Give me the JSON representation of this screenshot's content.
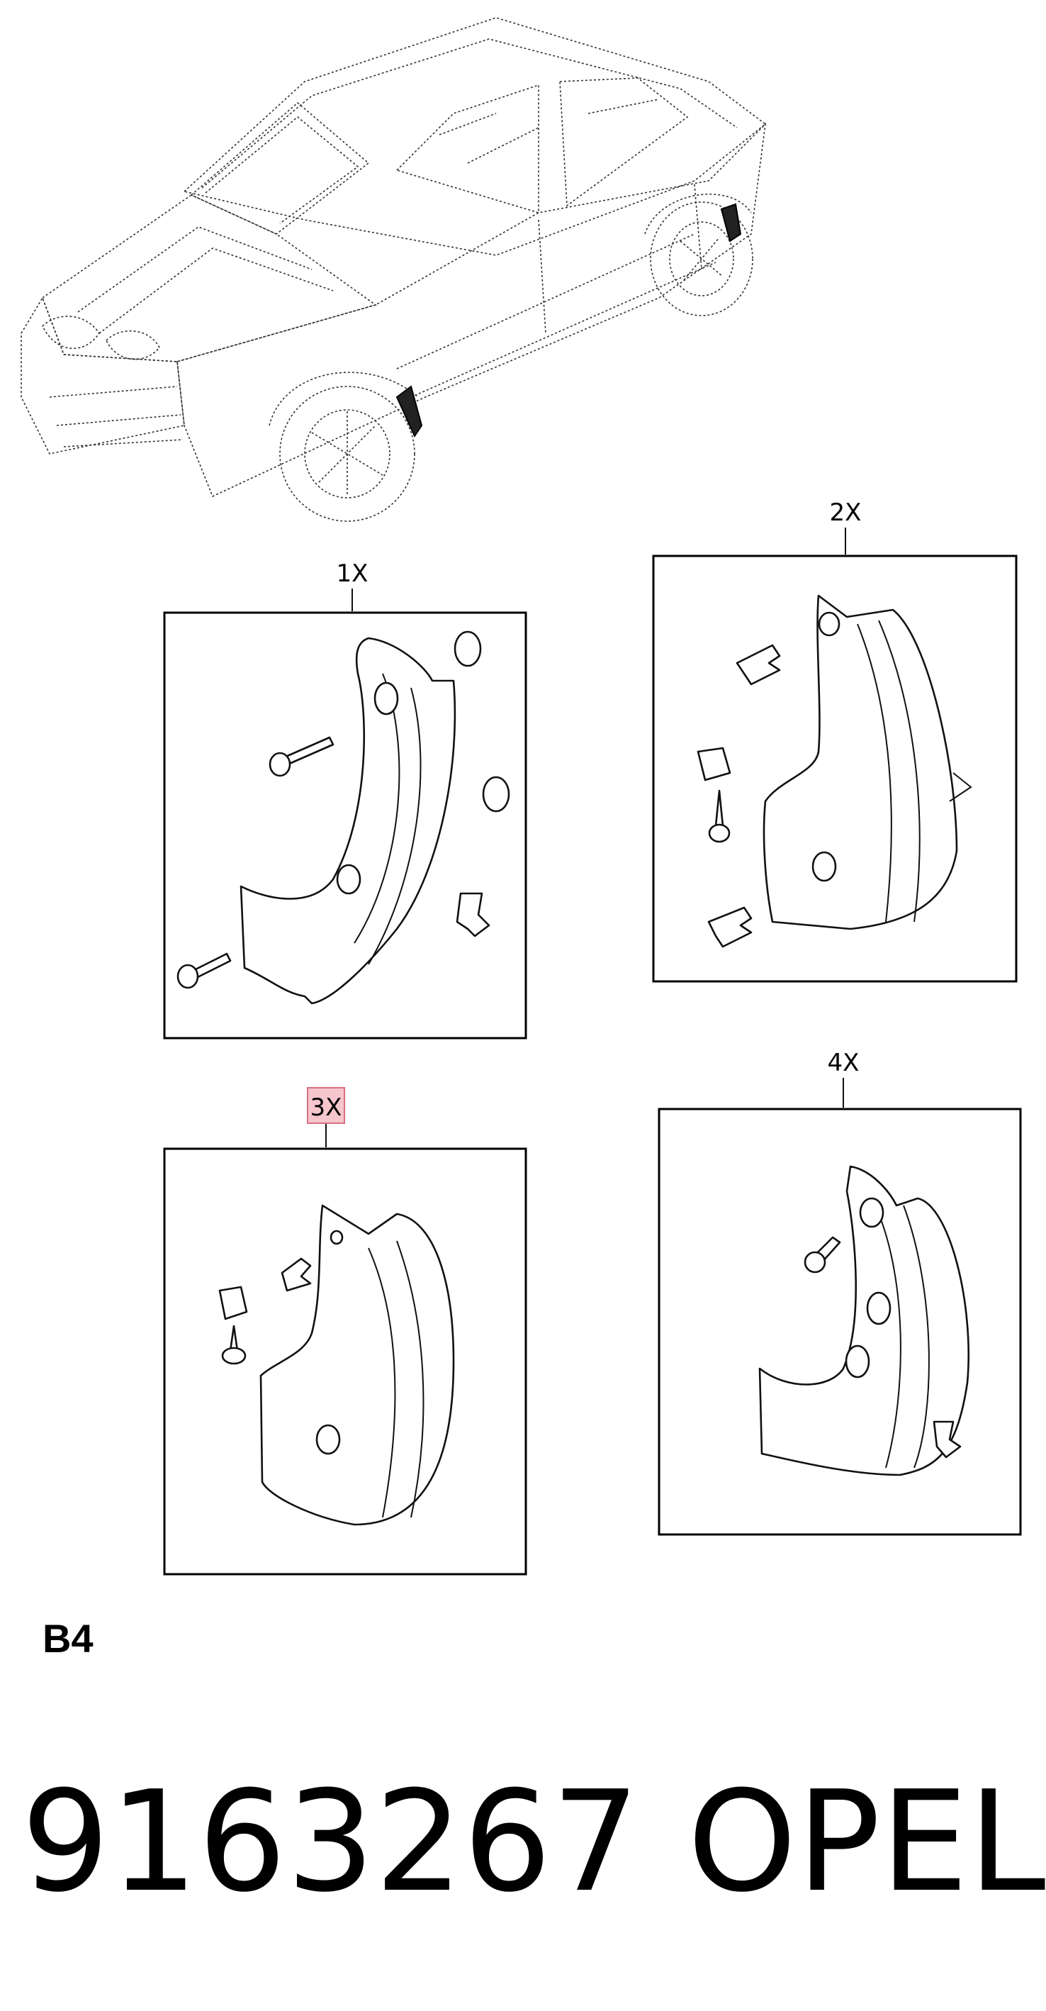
{
  "callouts": {
    "panel1": "1X",
    "panel2": "2X",
    "panel3": "3X",
    "panel4": "4X"
  },
  "highlight_color": "#f5c6cc",
  "section_code": "B4",
  "part_number": "9163267",
  "brand": "OPEL"
}
